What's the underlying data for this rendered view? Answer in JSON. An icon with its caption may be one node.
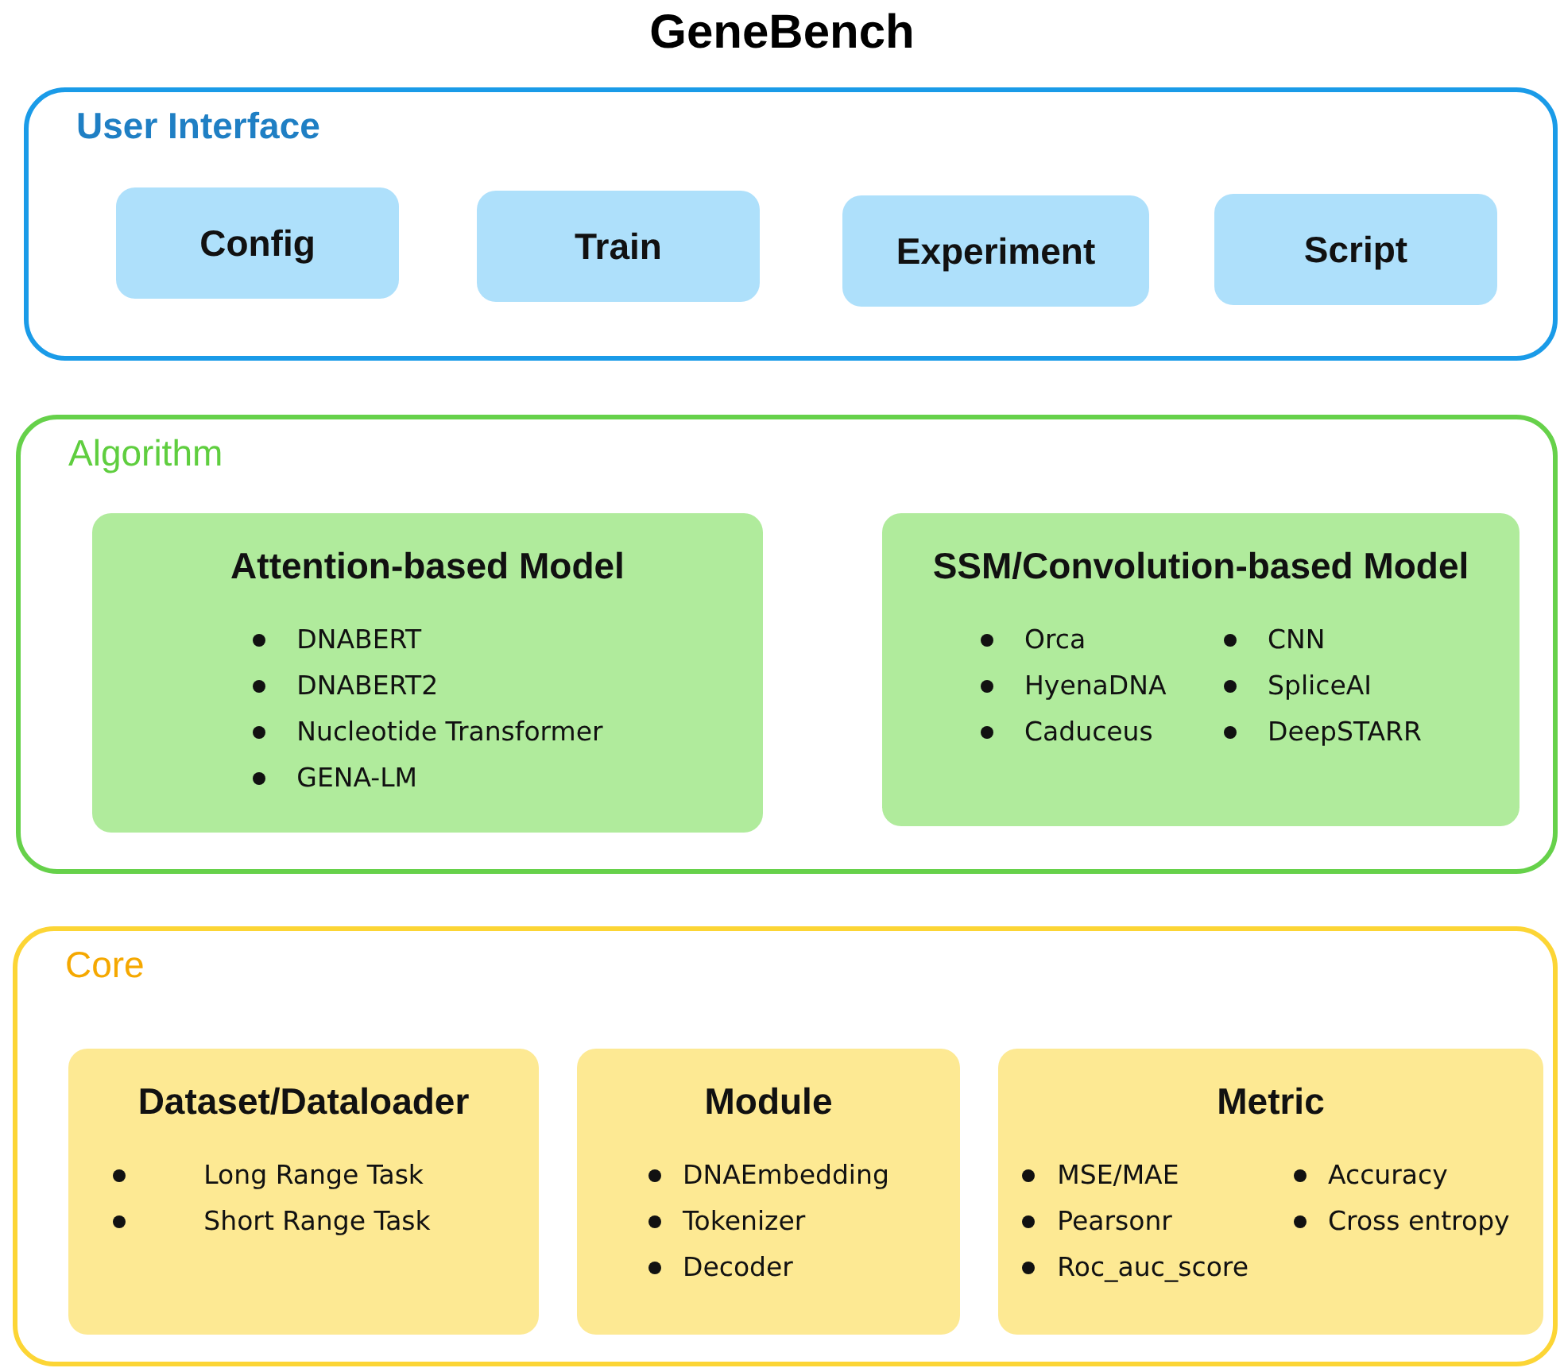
{
  "diagram": {
    "title": "GeneBench",
    "nodes": [
      {
        "text": [
          "User Interface"
        ]
      },
      {
        "text": [
          "Config"
        ],
        "in": 0
      },
      {
        "text": [
          "Train"
        ],
        "in": 0
      },
      {
        "text": [
          "Experiment"
        ],
        "in": 0
      },
      {
        "text": [
          "Script"
        ],
        "in": 0
      },
      {
        "text": [
          "Algorithm"
        ]
      },
      {
        "text": [
          "Attention-based Model",
          "DNABERT",
          "DNABERT2",
          "Nucleotide Transformer",
          "GENA-LM"
        ],
        "in": 5
      },
      {
        "text": [
          "SSM/Convolution-based Model",
          "Orca",
          "HyenaDNA",
          "Caduceus",
          "CNN",
          "SpliceAI",
          "DeepSTARR"
        ],
        "in": 5
      },
      {
        "text": [
          "Core"
        ]
      },
      {
        "text": [
          "Dataset/Dataloader",
          "Long Range Task",
          "Short Range Task"
        ],
        "in": 8
      },
      {
        "text": [
          "Module",
          "DNAEmbedding",
          "Tokenizer",
          "Decoder"
        ],
        "in": 8
      },
      {
        "text": [
          "Metric",
          "MSE/MAE",
          "Pearsonr",
          "Roc_auc_score",
          "Accuracy",
          "Cross entropy"
        ],
        "in": 8
      }
    ],
    "edges": []
  }
}
